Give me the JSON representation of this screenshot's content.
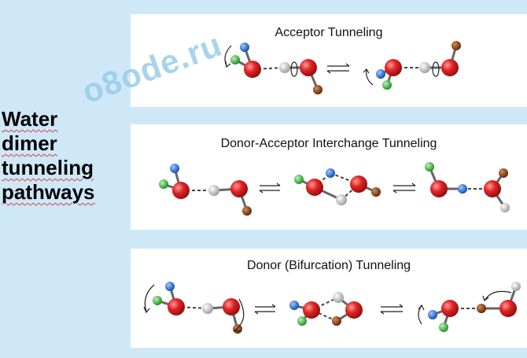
{
  "side_title": [
    "Water",
    "dimer",
    "tunneling",
    "pathways"
  ],
  "watermark": "o8ode.ru",
  "panels": [
    {
      "title": "Acceptor Tunneling"
    },
    {
      "title": "Donor-Acceptor Interchange Tunneling"
    },
    {
      "title": "Donor (Bifurcation) Tunneling"
    }
  ],
  "colors": {
    "oxygen": "#e02424",
    "hydrogen_white": "#d8d8d8",
    "hydrogen_blue": "#1f6fe0",
    "hydrogen_green": "#3ec03e",
    "hydrogen_brown": "#8a3d0c",
    "background": "#cfe8f7"
  }
}
